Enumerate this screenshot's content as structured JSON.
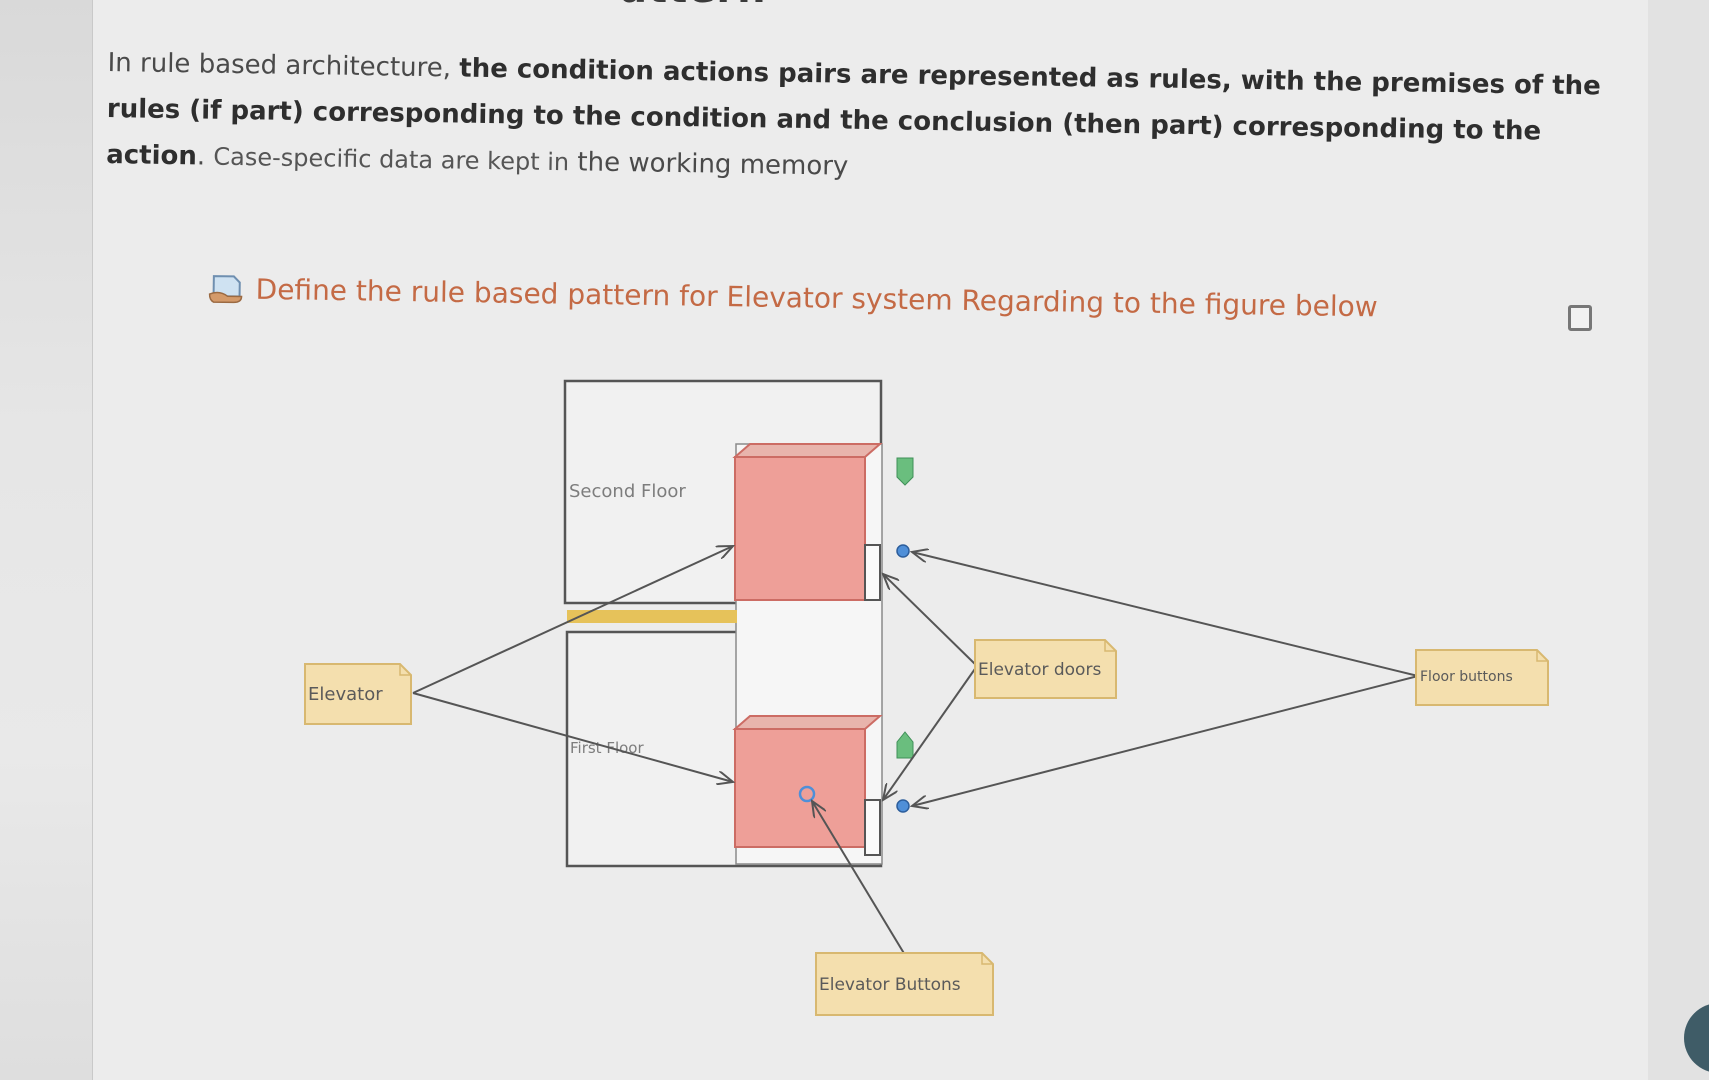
{
  "page": {
    "heading_fragment": "attern"
  },
  "intro": {
    "part1": "In rule based architecture, ",
    "bold": "the condition actions pairs are represented as rules, with the premises of the rules (if part) corresponding to the condition and the conclusion (then part) corresponding to the action",
    "part2": ". ",
    "small": "Case-specific data are kept in",
    "part3": " the working memory"
  },
  "task": {
    "icon": "document-hand-icon",
    "text": "Define the rule based pattern for Elevator system Regarding to the figure below"
  },
  "diagram": {
    "labels": {
      "second_floor": "Second Floor",
      "first_floor": "First Floor",
      "elevator": "Elevator",
      "elevator_doors": "Elevator doors",
      "floor_buttons": "Floor buttons",
      "elevator_buttons": "Elevator Buttons"
    },
    "colors": {
      "car_fill": "#ee9f98",
      "car_stroke": "#cc6c64",
      "note_fill": "#f4dfae",
      "note_stroke": "#d8b870",
      "indicator_green": "#6abe7e",
      "button_blue": "#4f8fd8",
      "floor_bar": "#e6c25a"
    }
  }
}
